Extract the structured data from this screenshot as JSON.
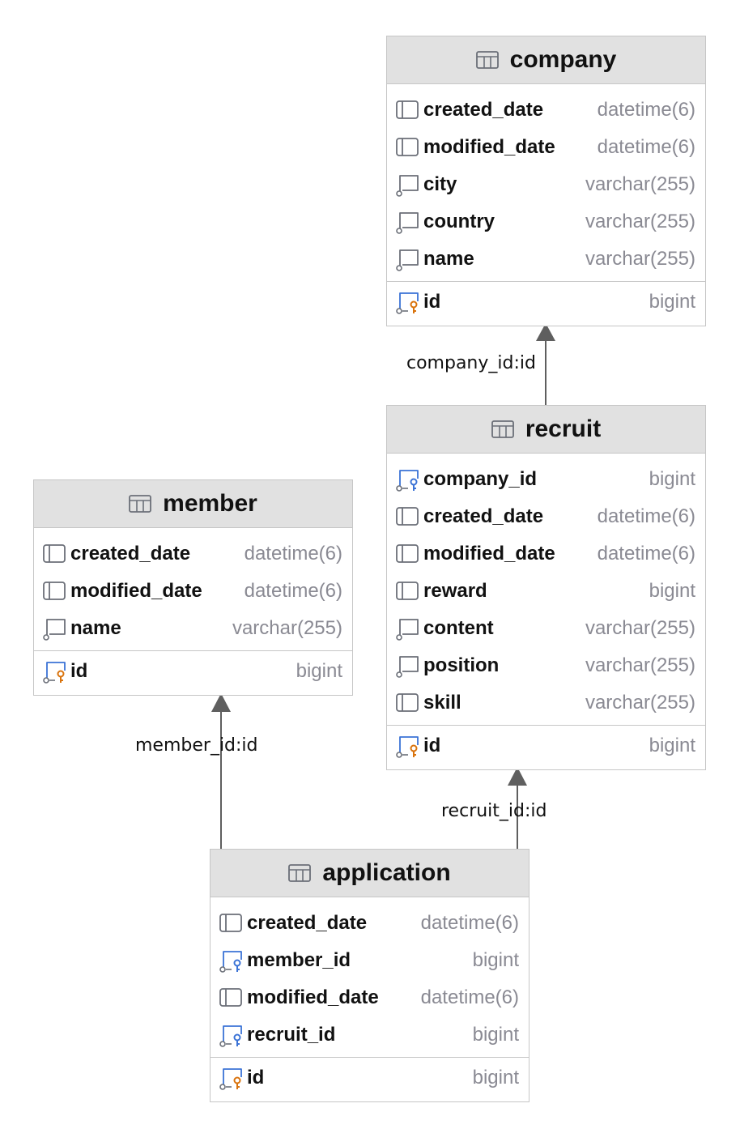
{
  "entities": {
    "company": {
      "title": "company",
      "columns": [
        {
          "name": "created_date",
          "type": "datetime(6)"
        },
        {
          "name": "modified_date",
          "type": "datetime(6)"
        },
        {
          "name": "city",
          "type": "varchar(255)"
        },
        {
          "name": "country",
          "type": "varchar(255)"
        },
        {
          "name": "name",
          "type": "varchar(255)"
        }
      ],
      "pk": {
        "name": "id",
        "type": "bigint"
      }
    },
    "recruit": {
      "title": "recruit",
      "columns": [
        {
          "name": "company_id",
          "type": "bigint"
        },
        {
          "name": "created_date",
          "type": "datetime(6)"
        },
        {
          "name": "modified_date",
          "type": "datetime(6)"
        },
        {
          "name": "reward",
          "type": "bigint"
        },
        {
          "name": "content",
          "type": "varchar(255)"
        },
        {
          "name": "position",
          "type": "varchar(255)"
        },
        {
          "name": "skill",
          "type": "varchar(255)"
        }
      ],
      "pk": {
        "name": "id",
        "type": "bigint"
      }
    },
    "member": {
      "title": "member",
      "columns": [
        {
          "name": "created_date",
          "type": "datetime(6)"
        },
        {
          "name": "modified_date",
          "type": "datetime(6)"
        },
        {
          "name": "name",
          "type": "varchar(255)"
        }
      ],
      "pk": {
        "name": "id",
        "type": "bigint"
      }
    },
    "application": {
      "title": "application",
      "columns": [
        {
          "name": "created_date",
          "type": "datetime(6)"
        },
        {
          "name": "member_id",
          "type": "bigint"
        },
        {
          "name": "modified_date",
          "type": "datetime(6)"
        },
        {
          "name": "recruit_id",
          "type": "bigint"
        }
      ],
      "pk": {
        "name": "id",
        "type": "bigint"
      }
    }
  },
  "relations": {
    "recruit_company": "company_id:id",
    "application_member": "member_id:id",
    "application_recruit": "recruit_id:id"
  },
  "icons": {
    "company": [
      "column-notnull-icon",
      "column-notnull-icon",
      "column-nullable-icon",
      "column-nullable-icon",
      "column-nullable-icon",
      "primary-key-icon"
    ],
    "recruit": [
      "foreign-key-icon",
      "column-notnull-icon",
      "column-notnull-icon",
      "column-notnull-icon",
      "column-nullable-icon",
      "column-nullable-icon",
      "column-notnull-icon",
      "primary-key-icon"
    ],
    "member": [
      "column-notnull-icon",
      "column-notnull-icon",
      "column-nullable-icon",
      "primary-key-icon"
    ],
    "application": [
      "column-notnull-icon",
      "foreign-key-icon",
      "column-notnull-icon",
      "foreign-key-icon",
      "primary-key-icon"
    ]
  },
  "colors": {
    "header_bg": "#e1e1e1",
    "border": "#c6c6c6",
    "type_text": "#8a8a93",
    "pk_key": "#d9730d",
    "fk_key": "#3b73d6",
    "edge": "#5f5f5f"
  }
}
